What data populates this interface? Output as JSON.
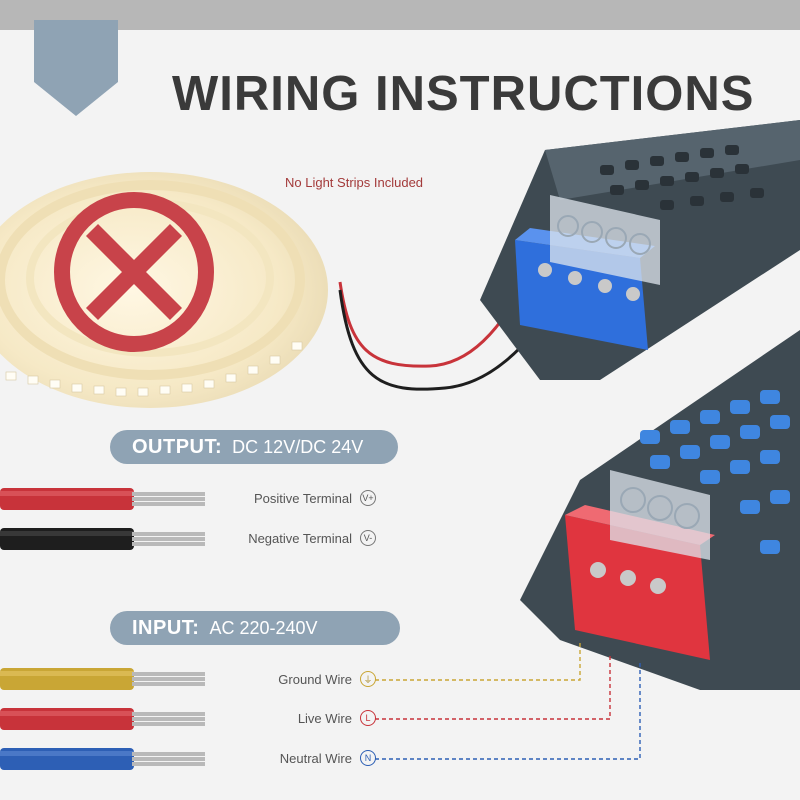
{
  "header": {
    "title": "WIRING INSTRUCTIONS"
  },
  "note": "No Light Strips Included",
  "output": {
    "label": "OUTPUT:",
    "value": "DC 12V/DC 24V",
    "terminals": [
      {
        "name": "Positive Terminal",
        "symbol": "V+",
        "wire_color": "#c8333a"
      },
      {
        "name": "Negative Terminal",
        "symbol": "V-",
        "wire_color": "#1e1e1e"
      }
    ]
  },
  "input": {
    "label": "INPUT:",
    "value": "AC 220-240V",
    "wires": [
      {
        "name": "Ground Wire",
        "symbol": "⏚",
        "wire_color": "#c9a635"
      },
      {
        "name": "Live Wire",
        "symbol": "L",
        "wire_color": "#c8333a"
      },
      {
        "name": "Neutral Wire",
        "symbol": "N",
        "wire_color": "#2d5fb5"
      }
    ]
  },
  "colors": {
    "accent": "#8fa3b4",
    "power_supply_body": "#3e4a52",
    "output_terminal_block": "#2f6fdc",
    "input_terminal_block": "#e0353f",
    "no_symbol": "#c8434a"
  }
}
